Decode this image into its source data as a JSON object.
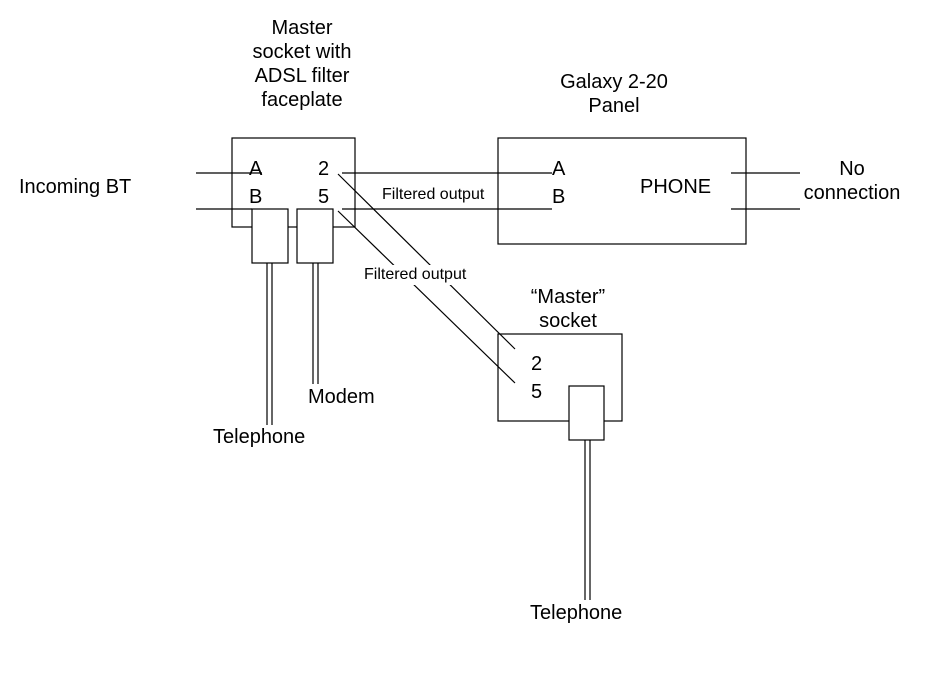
{
  "master_socket": {
    "title": "Master\nsocket with\nADSL filter\nfaceplate",
    "pin_a": "A",
    "pin_b": "B",
    "pin_2": "2",
    "pin_5": "5"
  },
  "incoming": {
    "label": "Incoming BT"
  },
  "galaxy": {
    "title": "Galaxy 2-20\nPanel",
    "pin_a": "A",
    "pin_b": "B",
    "phone": "PHONE"
  },
  "no_connection": {
    "label": "No\nconnection"
  },
  "filtered_output_1": "Filtered output",
  "filtered_output_2": "Filtered output",
  "second_socket": {
    "title": "“Master”\nsocket",
    "pin_2": "2",
    "pin_5": "5"
  },
  "modem": {
    "label": "Modem"
  },
  "telephone_1": {
    "label": "Telephone"
  },
  "telephone_2": {
    "label": "Telephone"
  },
  "colors": {
    "line": "#000000",
    "background": "#ffffff"
  }
}
